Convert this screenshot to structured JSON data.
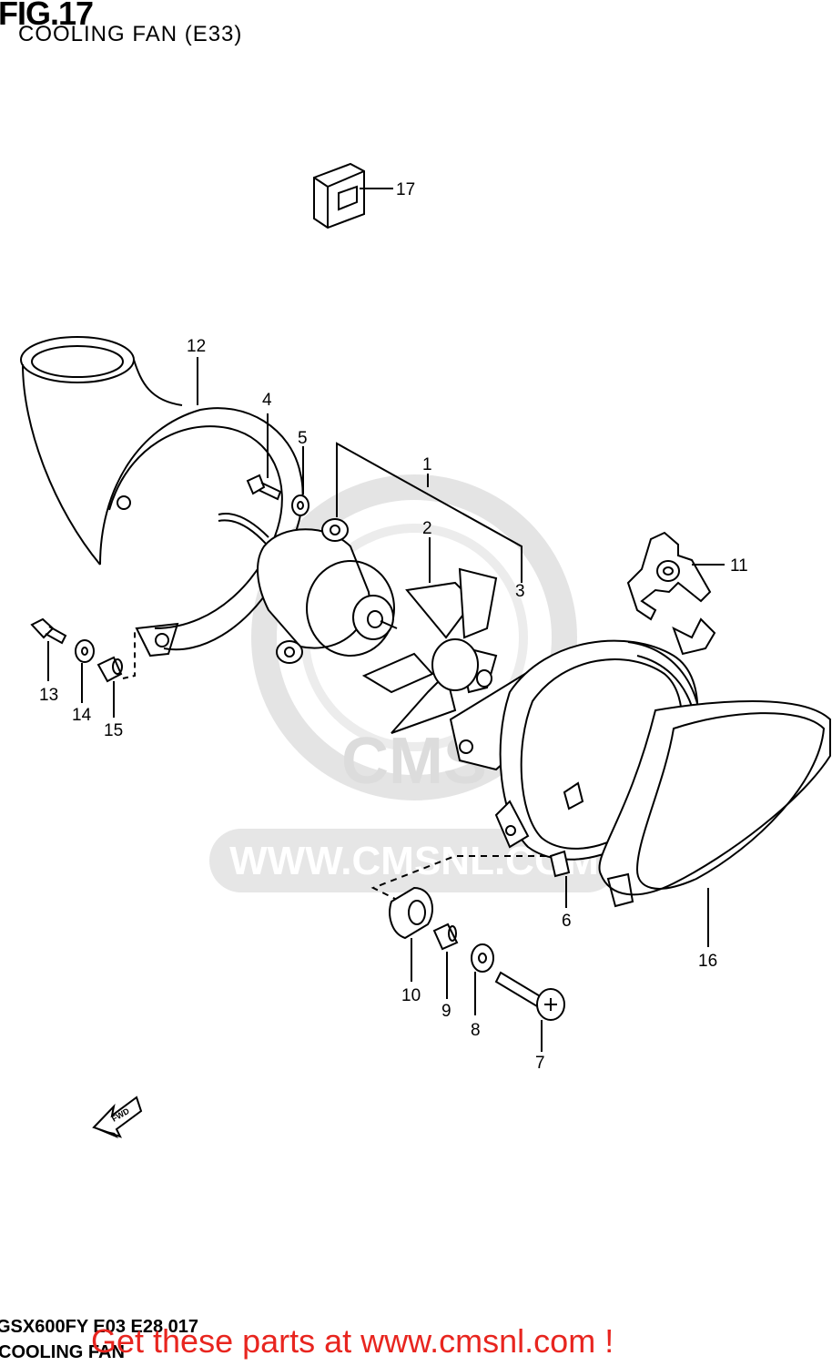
{
  "header": {
    "figure": "FIG.17",
    "subtitle": "COOLING FAN (E33)"
  },
  "watermark": {
    "text": "WWW.CMSNL.COM",
    "logo_text": "CMS"
  },
  "fwd_arrow": {
    "label": "FWD"
  },
  "callouts": {
    "p1": "1",
    "p2": "2",
    "p3": "3",
    "p4": "4",
    "p5": "5",
    "p6": "6",
    "p7": "7",
    "p8": "8",
    "p9": "9",
    "p10": "10",
    "p11": "11",
    "p12": "12",
    "p13": "13",
    "p14": "14",
    "p15": "15",
    "p16": "16",
    "p17": "17"
  },
  "footer": {
    "code": "GSX600FY E03 E28 017",
    "name": "COOLING FAN",
    "promo": "Get these parts at www.cmsnl.com !"
  }
}
